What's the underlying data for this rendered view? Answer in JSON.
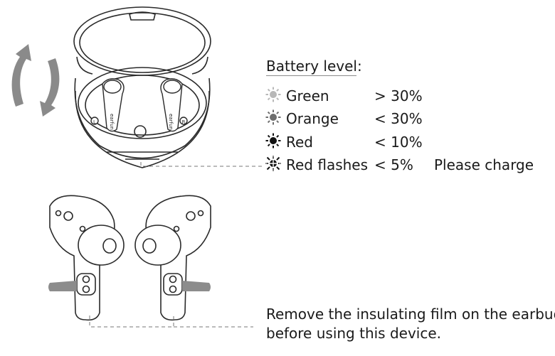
{
  "battery": {
    "title": "Battery level",
    "title_colon": ":",
    "rows": [
      {
        "color_name": "Green",
        "level": "> 30%",
        "note": "",
        "icon": "light-sun-icon",
        "icon_color": "#b8b8b8"
      },
      {
        "color_name": "Orange",
        "level": "< 30%",
        "note": "",
        "icon": "medium-sun-icon",
        "icon_color": "#6e6e6e"
      },
      {
        "color_name": "Red",
        "level": "< 10%",
        "note": "",
        "icon": "dark-sun-icon",
        "icon_color": "#111111"
      },
      {
        "color_name": "Red flashes",
        "level": "< 5%",
        "note": "Please charge",
        "icon": "flashing-sun-icon",
        "icon_color": "#111111"
      }
    ]
  },
  "earbud_brand": "earfun",
  "earbud_labels": {
    "left": "L",
    "right": "R"
  },
  "instruction": {
    "line1": "Remove the insulating film on the earbuds",
    "line2": "before using this device."
  },
  "icons": {
    "rotate": "rotate-arrows-icon"
  }
}
